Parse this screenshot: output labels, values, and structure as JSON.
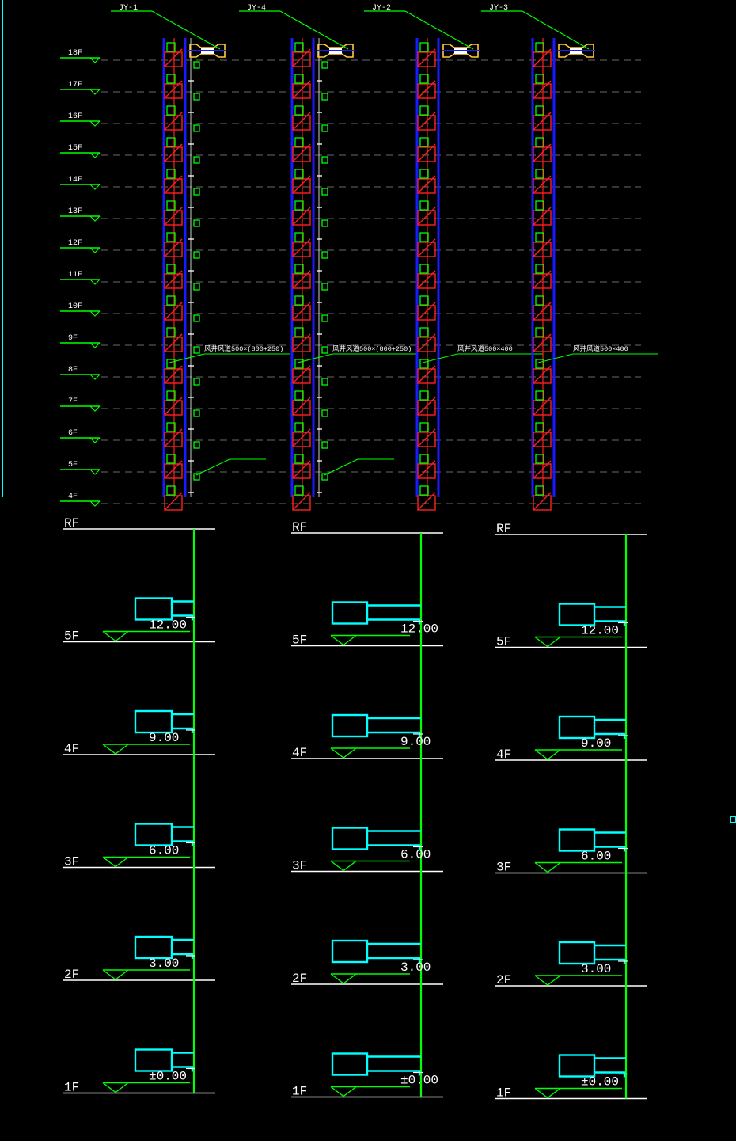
{
  "upper": {
    "risers": [
      {
        "id": "JY-1",
        "note_line1": "",
        "note_line2": "",
        "note_line3": "",
        "tag": "",
        "side_label": "风井风道500×(800+250)"
      },
      {
        "id": "JY-4",
        "note_line1": "",
        "note_line2": "",
        "note_line3": "",
        "tag": "",
        "side_label": "风井风道500×(800+250)"
      },
      {
        "id": "JY-2",
        "note_line1": "",
        "note_line2": "",
        "note_line3": "",
        "tag": "",
        "side_label": "风井风道500×400"
      },
      {
        "id": "JY-3",
        "note_line1": "",
        "note_line2": "",
        "note_line3": "",
        "tag": "",
        "side_label": "风井风道500×400"
      }
    ],
    "floors": [
      "18F",
      "17F",
      "16F",
      "15F",
      "14F",
      "13F",
      "12F",
      "11F",
      "10F",
      "9F",
      "8F",
      "7F",
      "6F",
      "5F",
      "4F"
    ],
    "valve_label": ""
  },
  "lower": {
    "floors": [
      "RF",
      "5F",
      "4F",
      "3F",
      "2F",
      "1F"
    ],
    "elevations": [
      "12.00",
      "9.00",
      "6.00",
      "3.00",
      "±0.00"
    ],
    "columns": 3
  },
  "colors": {
    "background": "#000000",
    "riser_green": "#00ff00",
    "duct_cyan": "#00ffff",
    "shaft_blue": "#1a1aff",
    "bracket_red": "#ff2020",
    "fan_yellow": "#ffcc33",
    "level_white": "#ffffff",
    "grid_gray": "#6a6a6a"
  }
}
